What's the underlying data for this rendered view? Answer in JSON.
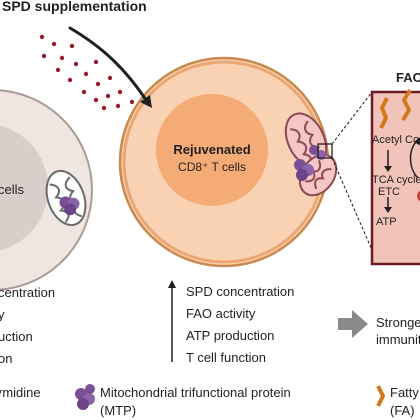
{
  "supplement_label": "SPD supplementation",
  "left_cell": {
    "label_fragment": "cells",
    "list_fragments": [
      "centration",
      "y",
      "uction",
      "on"
    ]
  },
  "center_cell": {
    "title": "Rejuvenated",
    "subtitle": "CD8⁺ T cells",
    "list": [
      {
        "arrow": "↑",
        "text": "SPD concentration"
      },
      {
        "arrow": "",
        "text": "FAO activity"
      },
      {
        "arrow": "",
        "text": "ATP production"
      },
      {
        "arrow": "",
        "text": "T cell function"
      }
    ]
  },
  "fao_panel": {
    "label_fragment": "FAO",
    "acetyl_coa": "Acetyl CoA",
    "tca_lines": [
      "TCA cycle",
      "ETC"
    ],
    "atp": "ATP"
  },
  "outcome": {
    "lines": [
      "Stronge",
      "immunit"
    ]
  },
  "legend": {
    "spermidine_fragment": "rmidine",
    "mtp_lines": [
      "Mitochondrial trifunctional protein",
      "(MTP)"
    ],
    "fa_lines": [
      "Fatty a",
      "(FA)"
    ]
  },
  "colors": {
    "spd_dot": "#9b1b2b",
    "outer_cell_left": "#efe6e1",
    "outer_cell_center": "#f9d2b3",
    "nucleus_center": "#f4ab76",
    "mitochondrion": "#f4c6c5",
    "mtp": "#7a4f95",
    "fao_panel": "#f2c3b9",
    "fao_border": "#6b1a26",
    "fa_orange": "#d2791e",
    "gray_arrow": "#8a8a8a"
  }
}
